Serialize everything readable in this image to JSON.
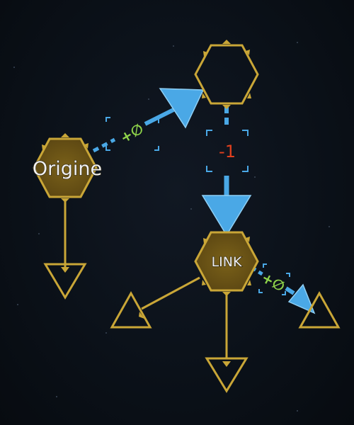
{
  "nodes": {
    "origine": {
      "label": "Origine",
      "state": "active"
    },
    "link": {
      "label": "LINK",
      "state": "active"
    },
    "top": {
      "label": "",
      "state": "empty"
    }
  },
  "connections": {
    "origine_to_top": {
      "modifier": "+∅"
    },
    "top_to_link": {
      "modifier": "-1"
    },
    "link_to_right": {
      "modifier": "+∅"
    }
  },
  "colors": {
    "background": "#0a0f16",
    "node_fill": "#6b5417",
    "node_border": "#c9a637",
    "connector_gold": "#c9a637",
    "arrow_blue": "#4aa8e6",
    "modifier_negative": "#e0401e",
    "modifier_positive": "#8fd44a"
  }
}
